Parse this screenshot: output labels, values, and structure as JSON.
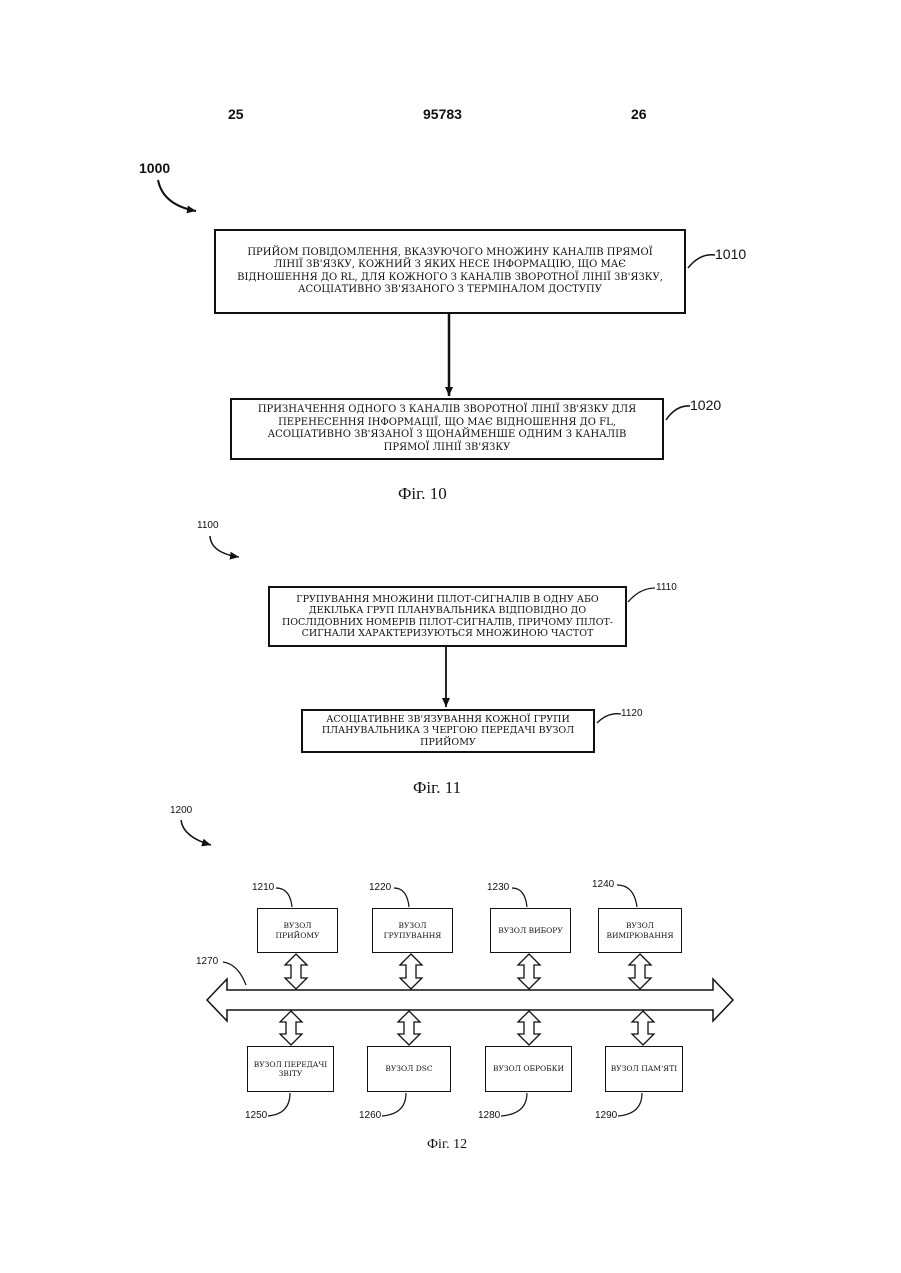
{
  "header": {
    "left_page": "25",
    "doc_number": "95783",
    "right_page": "26"
  },
  "fig10": {
    "ref": "1000",
    "step1": {
      "ref": "1010",
      "text": "ПРИЙОМ ПОВІДОМЛЕННЯ, ВКАЗУЮЧОГО МНОЖИНУ КАНАЛІВ ПРЯМОЇ ЛІНІЇ ЗВ'ЯЗКУ, КОЖНИЙ З ЯКИХ НЕСЕ ІНФОРМАЦІЮ, ЩО МАЄ ВІДНОШЕННЯ ДО RL, ДЛЯ КОЖНОГО З КАНАЛІВ ЗВОРОТНОЇ ЛІНІЇ ЗВ'ЯЗКУ, АСОЦІАТИВНО ЗВ'ЯЗАНОГО З ТЕРМІНАЛОМ ДОСТУПУ"
    },
    "step2": {
      "ref": "1020",
      "text": "ПРИЗНАЧЕННЯ ОДНОГО З КАНАЛІВ ЗВОРОТНОЇ ЛІНІЇ ЗВ'ЯЗКУ ДЛЯ ПЕРЕНЕСЕННЯ ІНФОРМАЦІЇ, ЩО МАЄ ВІДНОШЕННЯ ДО FL, АСОЦІАТИВНО ЗВ'ЯЗАНОЇ З ЩОНАЙМЕНШЕ ОДНИМ З КАНАЛІВ ПРЯМОЇ ЛІНІЇ ЗВ'ЯЗКУ"
    },
    "caption": "Фіг. 10"
  },
  "fig11": {
    "ref": "1100",
    "step1": {
      "ref": "1110",
      "text": "ГРУПУВАННЯ МНОЖИНИ ПІЛОТ-СИГНАЛІВ В ОДНУ АБО ДЕКІЛЬКА ГРУП ПЛАНУВАЛЬНИКА ВІДПОВІДНО ДО ПОСЛІДОВНИХ НОМЕРІВ ПІЛОТ-СИГНАЛІВ, ПРИЧОМУ ПІЛОТ-СИГНАЛИ ХАРАКТЕРИЗУЮТЬСЯ МНОЖИНОЮ ЧАСТОТ"
    },
    "step2": {
      "ref": "1120",
      "text": "АСОЦІАТИВНЕ ЗВ'ЯЗУВАННЯ КОЖНОЇ ГРУПИ ПЛАНУВАЛЬНИКА З ЧЕРГОЮ ПЕРЕДАЧІ ВУЗОЛ ПРИЙОМУ"
    },
    "caption": "Фіг. 11"
  },
  "fig12": {
    "ref": "1200",
    "bus_ref": "1270",
    "top_nodes": [
      {
        "ref": "1210",
        "text": "ВУЗОЛ ПРИЙОМУ"
      },
      {
        "ref": "1220",
        "text": "ВУЗОЛ ГРУПУВАННЯ"
      },
      {
        "ref": "1230",
        "text": "ВУЗОЛ ВИБОРУ"
      },
      {
        "ref": "1240",
        "text": "ВУЗОЛ ВИМІРЮВАННЯ"
      }
    ],
    "bottom_nodes": [
      {
        "ref": "1250",
        "text": "ВУЗОЛ ПЕРЕДАЧІ ЗВІТУ"
      },
      {
        "ref": "1260",
        "text": "ВУЗОЛ DSC"
      },
      {
        "ref": "1280",
        "text": "ВУЗОЛ ОБРОБКИ"
      },
      {
        "ref": "1290",
        "text": "ВУЗОЛ ПАМ'ЯТІ"
      }
    ],
    "caption": "Фіг. 12"
  }
}
